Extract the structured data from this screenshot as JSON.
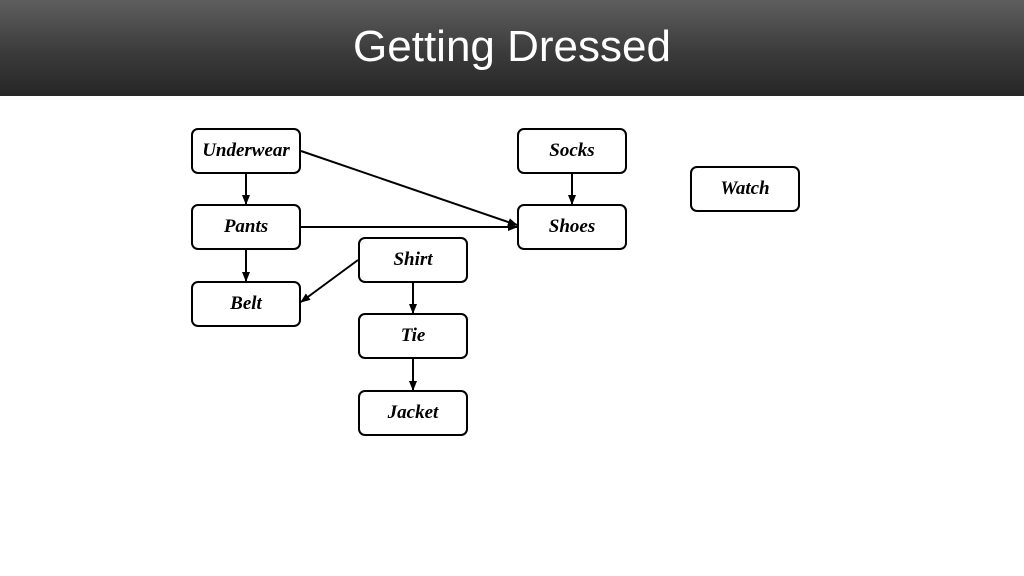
{
  "slide": {
    "title": "Getting Dressed"
  },
  "diagram": {
    "nodes": {
      "underwear": "Underwear",
      "pants": "Pants",
      "belt": "Belt",
      "shirt": "Shirt",
      "tie": "Tie",
      "jacket": "Jacket",
      "socks": "Socks",
      "shoes": "Shoes",
      "watch": "Watch"
    },
    "edges": [
      {
        "from": "underwear",
        "to": "pants"
      },
      {
        "from": "underwear",
        "to": "shoes"
      },
      {
        "from": "pants",
        "to": "belt"
      },
      {
        "from": "pants",
        "to": "shoes"
      },
      {
        "from": "shirt",
        "to": "belt"
      },
      {
        "from": "shirt",
        "to": "tie"
      },
      {
        "from": "tie",
        "to": "jacket"
      },
      {
        "from": "socks",
        "to": "shoes"
      }
    ]
  },
  "colors": {
    "header_top": "#5e5e5e",
    "header_bottom": "#262626",
    "title_text": "#ffffff",
    "node_border": "#000000",
    "edge": "#000000"
  }
}
